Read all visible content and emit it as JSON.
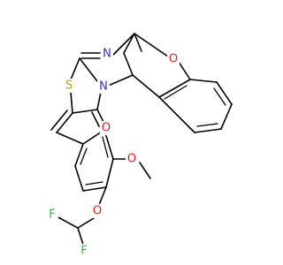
{
  "atom_labels": {
    "n_imine": "N",
    "n_amide": "N",
    "s_thiazole": "S",
    "o_ether_ring": "O",
    "o_carbonyl": "O",
    "o_methoxy": "O",
    "o_difluoromethoxy": "O",
    "f_top": "F",
    "f_bottom": "F"
  },
  "colors": {
    "nitrogen": "#3333cc",
    "sulfur": "#b8a300",
    "oxygen": "#e01f1f",
    "fluorine": "#33bb33",
    "bond": "#000000",
    "background": "#ffffff"
  }
}
